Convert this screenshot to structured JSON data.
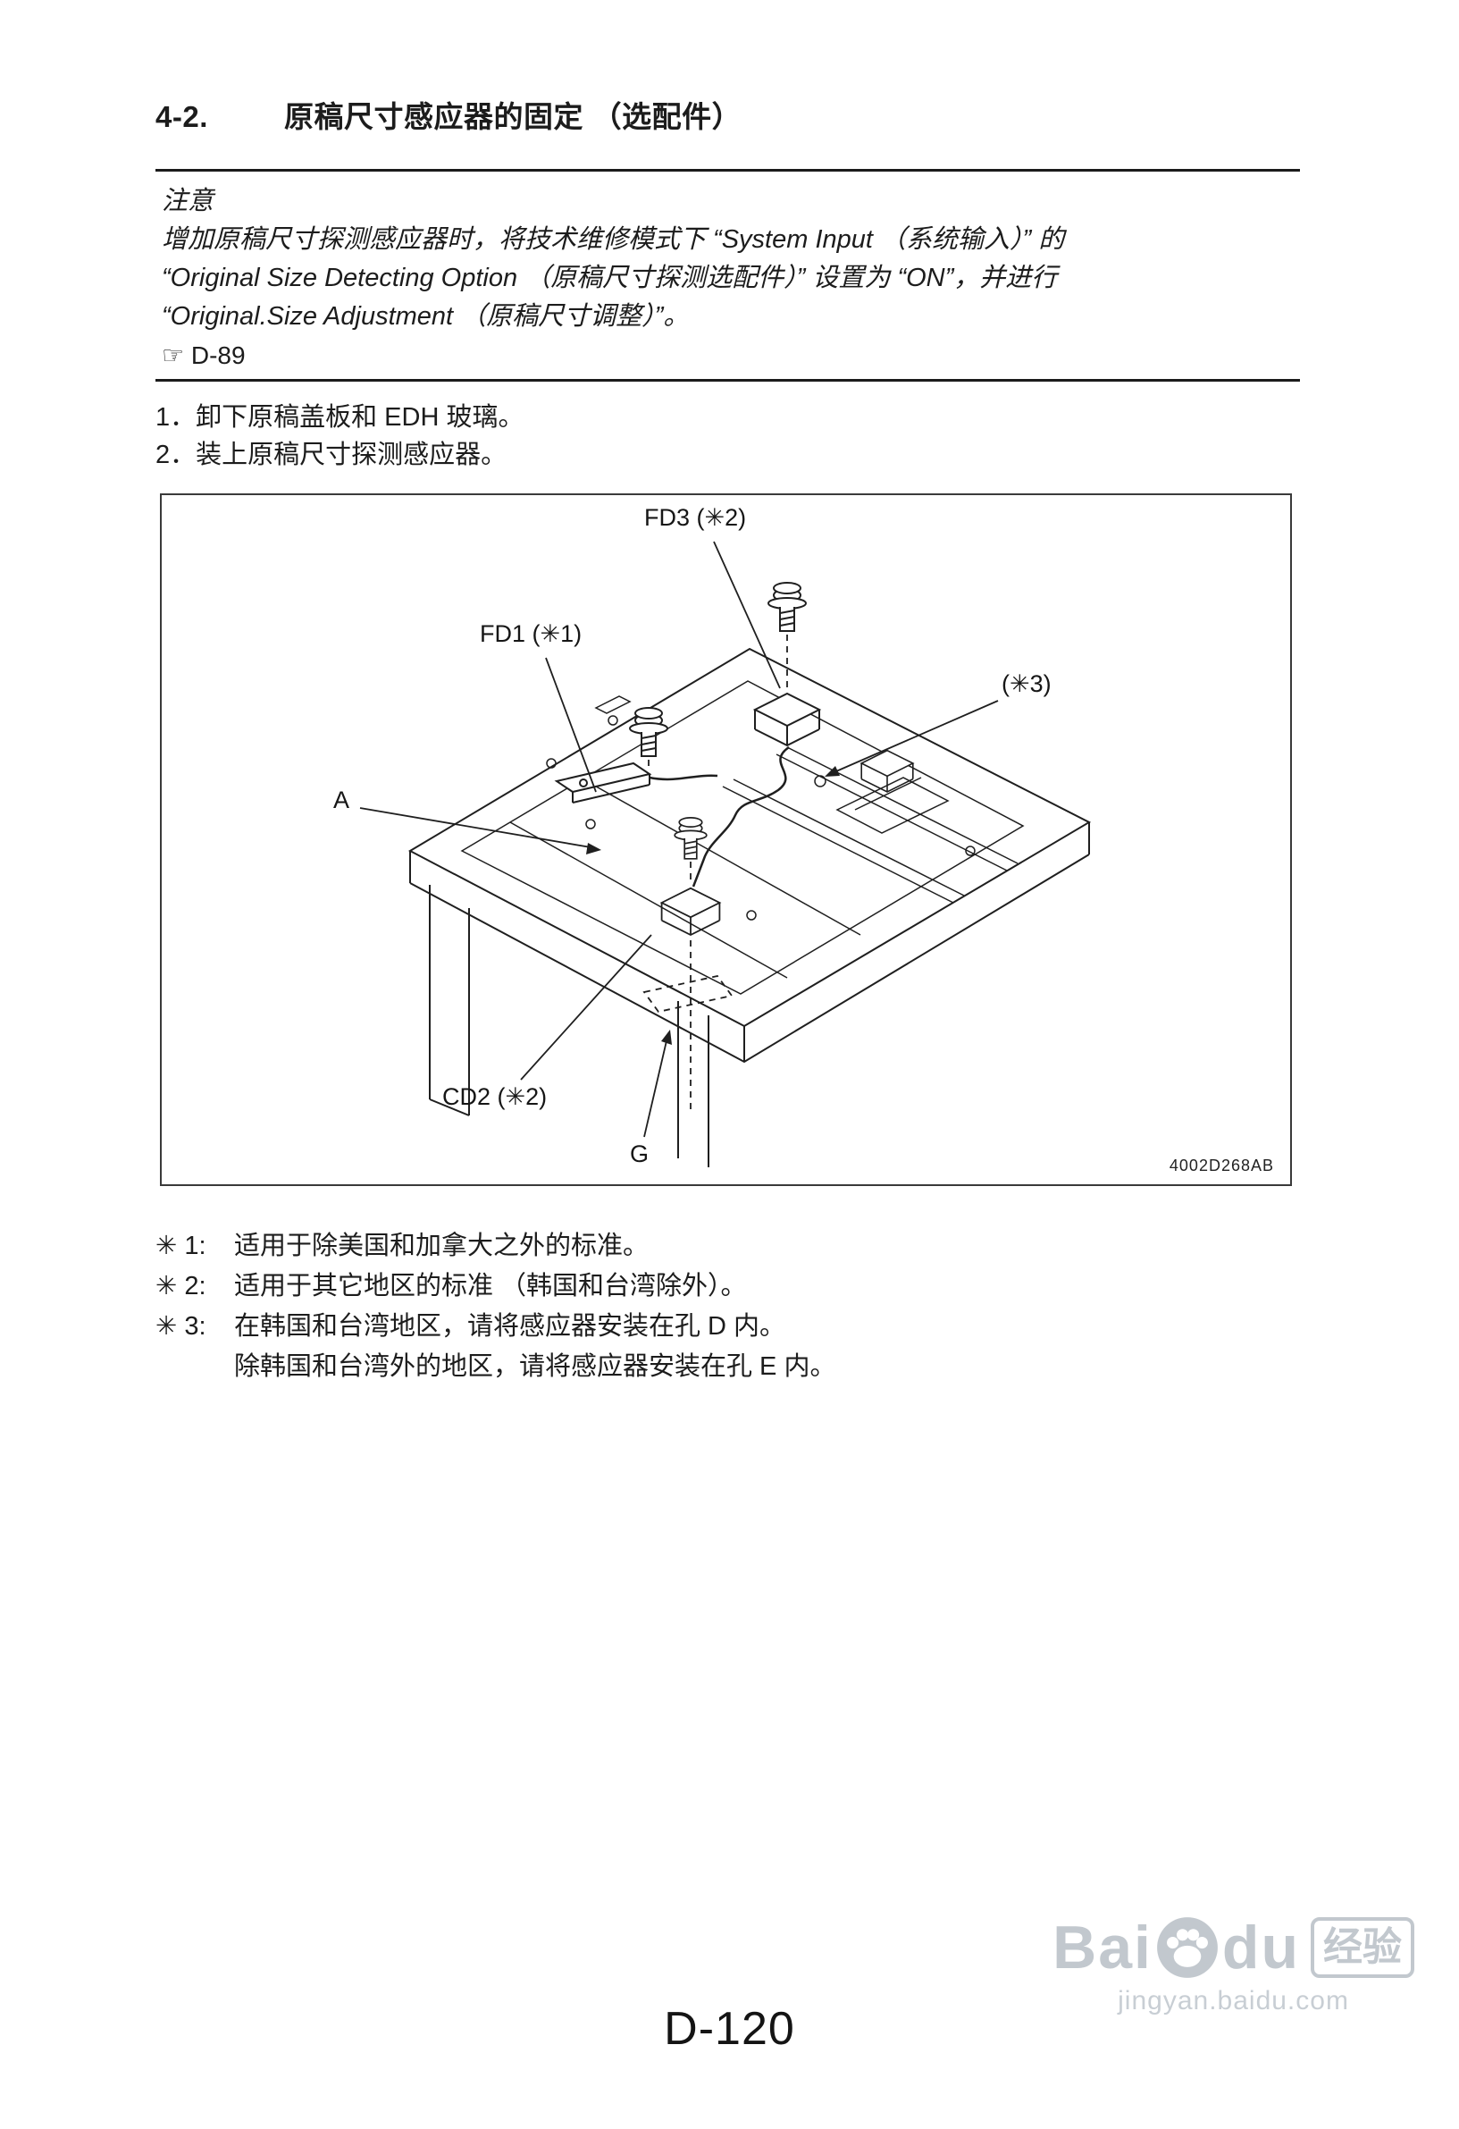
{
  "header": {
    "section_number": "4-2.",
    "section_title": "原稿尺寸感应器的固定 （选配件）"
  },
  "notice": {
    "label": "注意",
    "lines": [
      "增加原稿尺寸探测感应器时，将技术维修模式下 “System Input （系统输入）” 的",
      "“Original Size Detecting Option （原稿尺寸探测选配件）” 设置为 “ON”，并进行",
      "“Original.Size Adjustment （原稿尺寸调整）”。"
    ],
    "reference": "☞ D-89"
  },
  "steps": [
    "1．卸下原稿盖板和 EDH 玻璃。",
    "2．装上原稿尺寸探测感应器。"
  ],
  "figure": {
    "labels": {
      "fd3": "FD3 (✳2)",
      "fd1": "FD1 (✳1)",
      "star3": "(✳3)",
      "a": "A",
      "cd2": "CD2 (✳2)",
      "g": "G"
    },
    "code": "4002D268AB"
  },
  "footnotes": [
    {
      "marker": "✳ 1:",
      "text": "适用于除美国和加拿大之外的标准。"
    },
    {
      "marker": "✳ 2:",
      "text": "适用于其它地区的标准 （韩国和台湾除外）。"
    },
    {
      "marker": "✳ 3:",
      "text": "在韩国和台湾地区，请将感应器安装在孔 D 内。"
    },
    {
      "marker": "",
      "text": "除韩国和台湾外的地区，请将感应器安装在孔 E 内。"
    }
  ],
  "footer": {
    "page_number": "D-120"
  },
  "watermark": {
    "brand_prefix": "Bai",
    "brand_suffix": "du",
    "badge": "经验",
    "url": "jingyan.baidu.com"
  }
}
